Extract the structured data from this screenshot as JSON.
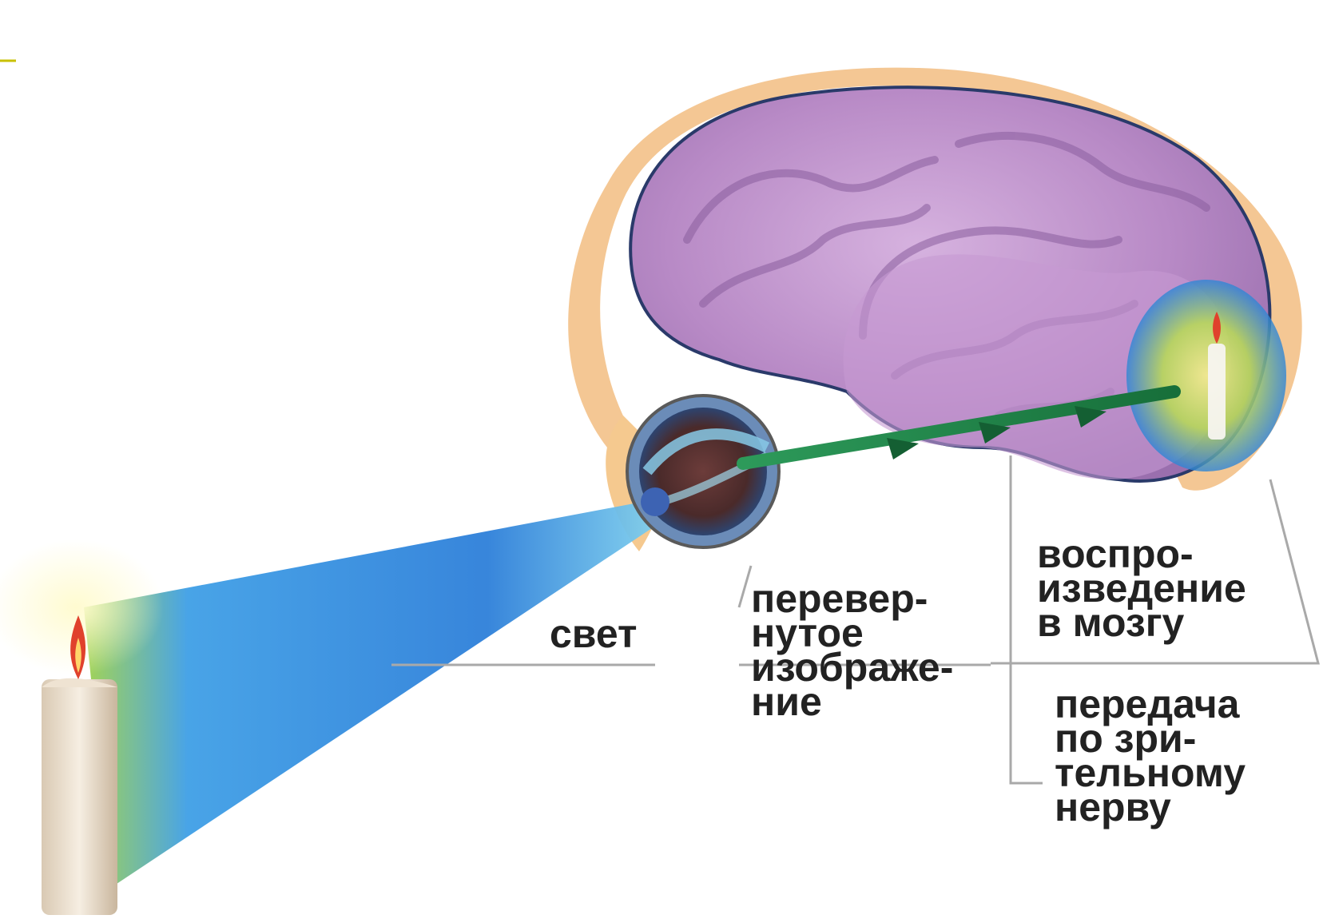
{
  "labels": {
    "light": [
      "свет"
    ],
    "inverted_image": [
      "перевер-",
      "нутое",
      "изображе-",
      "ние"
    ],
    "reproduction": [
      "воспро-",
      "изведение",
      "в мозгу"
    ],
    "transmission": [
      "передача",
      "по зри-",
      "тельному",
      "нерву"
    ]
  },
  "colors": {
    "brain": "#b98bc6",
    "skull": "#f3c48e",
    "light_beam": "#3f8fe0",
    "optic_nerve": "#1f8a4a",
    "candle": "#efe3d2",
    "flame": "#e0412c",
    "accent_line": "#c9c000"
  }
}
